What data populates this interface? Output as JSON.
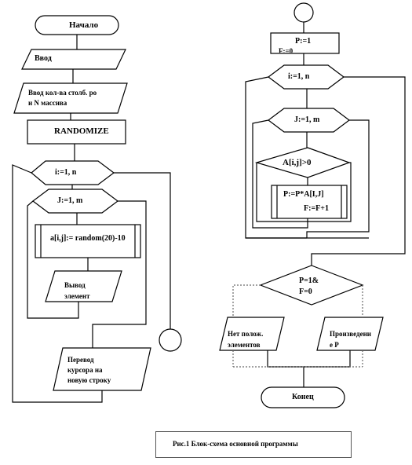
{
  "flowchart": {
    "start": "Начало",
    "input": "Ввод",
    "input_size": "Ввод кол-ва столб. ро\nи N массива",
    "randomize": "RANDOMIZE",
    "loop_i_left": "i:=1, n",
    "loop_j_left": "J:=1, m",
    "assign_random": "a[i,j]:= random(20)-10",
    "output_element": "Вывод\nэлемент",
    "newline": "Перевод\nкурсора на\nновую строку",
    "init_p": "P:=1",
    "init_f": "F:=0",
    "loop_i_right": "i:=1, n",
    "loop_j_right": "J:=1, m",
    "condition": "A[i,j]>0",
    "compute_p": "P:=P*A[I,J]",
    "compute_f": "F:=F+1",
    "final_condition": "P=1&\nF=0",
    "no_positive": "Нет полож.\nэлементов",
    "product": "Произведени\nе P",
    "end": "Конец"
  },
  "caption": "Рис.1 Блок-схема основной программы",
  "colors": {
    "line": "#000000",
    "dash": "#6a6a6a",
    "background": "#ffffff"
  }
}
